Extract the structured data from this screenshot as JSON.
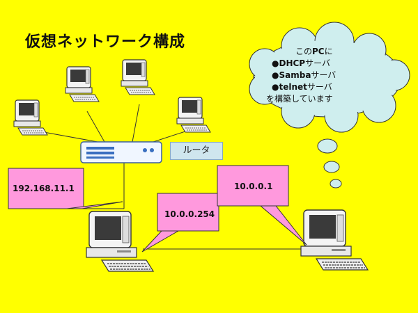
{
  "title": "仮想ネットワーク構成",
  "router_label": "ルータ",
  "ip_labels": {
    "router_side": "192.168.11.1",
    "pc_side": "10.0.0.254",
    "server": "10.0.0.1"
  },
  "cloud": {
    "line1_prefix": "この",
    "line1_bold": "PC",
    "line1_suffix": "に",
    "line2_bullet": "●",
    "line2_bold": "DHCP",
    "line2_suffix": "サーバ",
    "line3_bullet": "●",
    "line3_bold": "Samba",
    "line3_suffix": "サーバ",
    "line4_bullet": "●",
    "line4_bold": "telnet",
    "line4_suffix": "サーバ",
    "line5": "を構築しています"
  },
  "colors": {
    "background": "#ffff00",
    "callout": "#ff99dd",
    "cloud": "#cfeeee",
    "router_label_bg": "#cfe6ee"
  }
}
